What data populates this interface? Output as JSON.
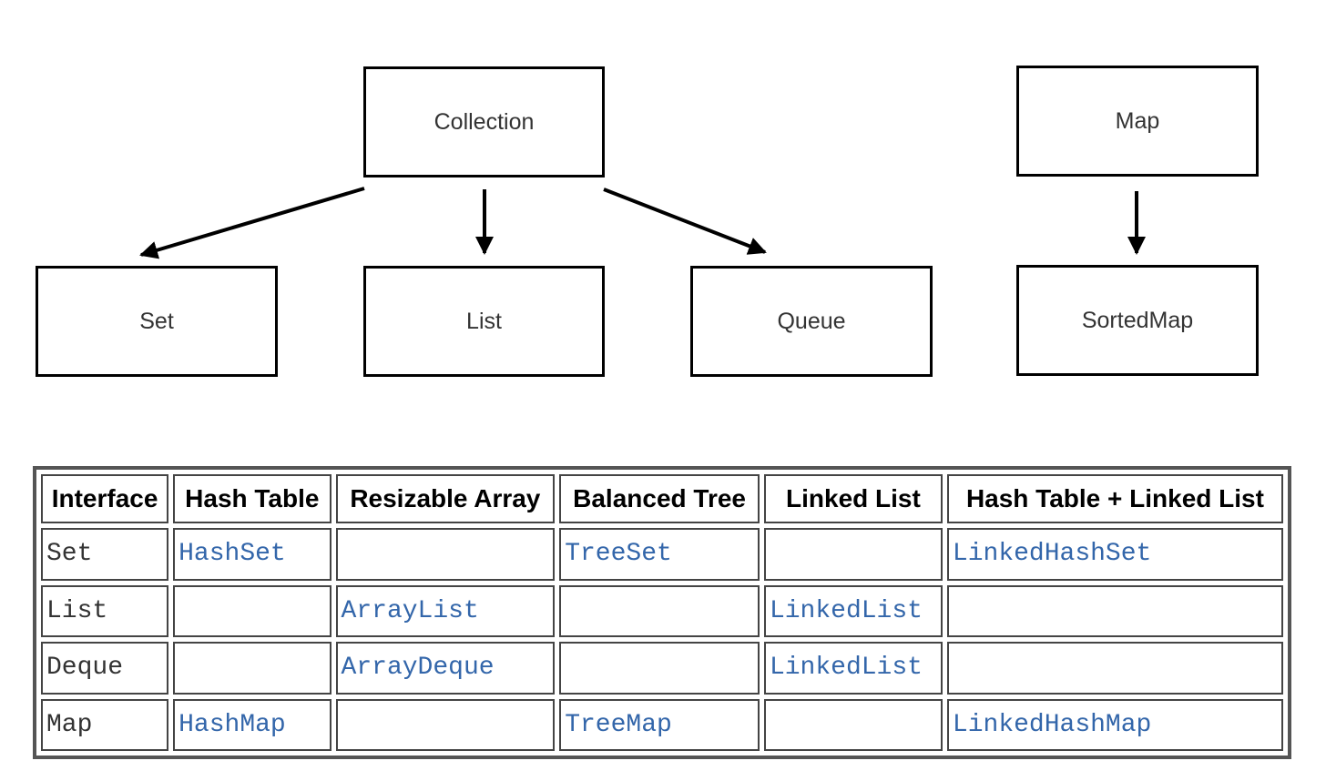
{
  "diagram": {
    "nodes": {
      "collection": "Collection",
      "map": "Map",
      "set": "Set",
      "list": "List",
      "queue": "Queue",
      "sortedmap": "SortedMap"
    }
  },
  "table": {
    "headers": [
      "Interface",
      "Hash Table",
      "Resizable Array",
      "Balanced Tree",
      "Linked List",
      "Hash Table + Linked List"
    ],
    "rows": [
      [
        "Set",
        "HashSet",
        "",
        "TreeSet",
        "",
        "LinkedHashSet"
      ],
      [
        "List",
        "",
        "ArrayList",
        "",
        "LinkedList",
        ""
      ],
      [
        "Deque",
        "",
        "ArrayDeque",
        "",
        "LinkedList",
        ""
      ],
      [
        "Map",
        "HashMap",
        "",
        "TreeMap",
        "",
        "LinkedHashMap"
      ]
    ]
  }
}
